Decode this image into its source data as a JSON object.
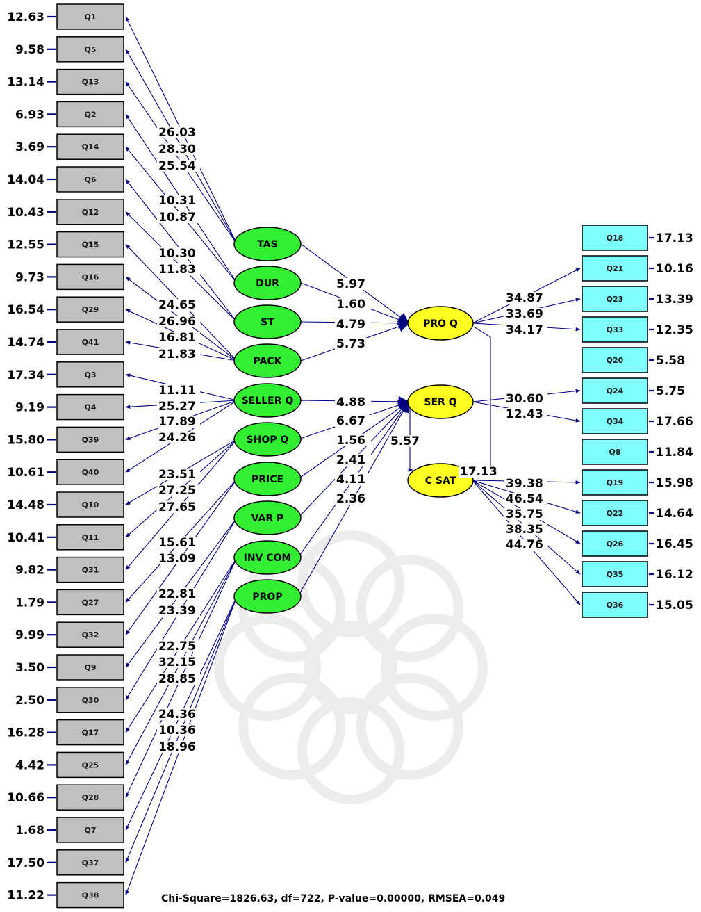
{
  "colors": {
    "observed_left": "#c0c0c0",
    "observed_right": "#80ffff",
    "latent_exogenous": "#33ee33",
    "latent_endogenous": "#ffff22",
    "arrow": "#000080",
    "significant_text": "#000000",
    "nonsignificant_text": "#ff0000"
  },
  "left_indicators": [
    {
      "label": "Q1",
      "error": "12.63",
      "error_color": "#000000"
    },
    {
      "label": "Q5",
      "error": "9.58",
      "error_color": "#000000"
    },
    {
      "label": "Q13",
      "error": "13.14",
      "error_color": "#000000"
    },
    {
      "label": "Q2",
      "error": "6.93",
      "error_color": "#000000"
    },
    {
      "label": "Q14",
      "error": "3.69",
      "error_color": "#000000"
    },
    {
      "label": "Q6",
      "error": "14.04",
      "error_color": "#000000"
    },
    {
      "label": "Q12",
      "error": "10.43",
      "error_color": "#000000"
    },
    {
      "label": "Q15",
      "error": "12.55",
      "error_color": "#000000"
    },
    {
      "label": "Q16",
      "error": "9.73",
      "error_color": "#000000"
    },
    {
      "label": "Q29",
      "error": "16.54",
      "error_color": "#000000"
    },
    {
      "label": "Q41",
      "error": "14.74",
      "error_color": "#000000"
    },
    {
      "label": "Q3",
      "error": "17.34",
      "error_color": "#000000"
    },
    {
      "label": "Q4",
      "error": "9.19",
      "error_color": "#000000"
    },
    {
      "label": "Q39",
      "error": "15.80",
      "error_color": "#000000"
    },
    {
      "label": "Q40",
      "error": "10.61",
      "error_color": "#000000"
    },
    {
      "label": "Q10",
      "error": "14.48",
      "error_color": "#000000"
    },
    {
      "label": "Q11",
      "error": "10.41",
      "error_color": "#000000"
    },
    {
      "label": "Q31",
      "error": "9.82",
      "error_color": "#000000"
    },
    {
      "label": "Q27",
      "error": "1.79",
      "error_color": "#ff0000"
    },
    {
      "label": "Q32",
      "error": "9.99",
      "error_color": "#000000"
    },
    {
      "label": "Q9",
      "error": "3.50",
      "error_color": "#000000"
    },
    {
      "label": "Q30",
      "error": "2.50",
      "error_color": "#000000"
    },
    {
      "label": "Q17",
      "error": "16.28",
      "error_color": "#000000"
    },
    {
      "label": "Q25",
      "error": "4.42",
      "error_color": "#000000"
    },
    {
      "label": "Q28",
      "error": "10.66",
      "error_color": "#000000"
    },
    {
      "label": "Q7",
      "error": "1.68",
      "error_color": "#ff0000"
    },
    {
      "label": "Q37",
      "error": "17.50",
      "error_color": "#000000"
    },
    {
      "label": "Q38",
      "error": "11.22",
      "error_color": "#000000"
    }
  ],
  "right_indicators": [
    {
      "label": "Q18",
      "error": "17.13"
    },
    {
      "label": "Q21",
      "error": "10.16"
    },
    {
      "label": "Q23",
      "error": "13.39"
    },
    {
      "label": "Q33",
      "error": "12.35"
    },
    {
      "label": "Q20",
      "error": "5.58"
    },
    {
      "label": "Q24",
      "error": "5.75"
    },
    {
      "label": "Q34",
      "error": "17.66"
    },
    {
      "label": "Q8",
      "error": "11.84"
    },
    {
      "label": "Q19",
      "error": "15.98"
    },
    {
      "label": "Q22",
      "error": "14.64"
    },
    {
      "label": "Q26",
      "error": "16.45"
    },
    {
      "label": "Q35",
      "error": "16.12"
    },
    {
      "label": "Q36",
      "error": "15.05"
    }
  ],
  "exogenous_latents": [
    {
      "label": "TAS"
    },
    {
      "label": "DUR"
    },
    {
      "label": "ST"
    },
    {
      "label": "PACK"
    },
    {
      "label": "SELLER Q"
    },
    {
      "label": "SHOP Q"
    },
    {
      "label": "PRICE"
    },
    {
      "label": "VAR P"
    },
    {
      "label": "INV COM"
    },
    {
      "label": "PROP"
    }
  ],
  "endogenous_latents": [
    {
      "label": "PRO Q"
    },
    {
      "label": "SER Q"
    },
    {
      "label": "C SAT"
    }
  ],
  "measurement_left_values": [
    {
      "text": "26.03"
    },
    {
      "text": "28.30"
    },
    {
      "text": "25.54"
    },
    {
      "text": "10.31"
    },
    {
      "text": "10.87"
    },
    {
      "text": "10.30"
    },
    {
      "text": "11.83"
    },
    {
      "text": "24.65"
    },
    {
      "text": "26.96"
    },
    {
      "text": "16.81"
    },
    {
      "text": "21.83"
    },
    {
      "text": "11.11"
    },
    {
      "text": "25.27"
    },
    {
      "text": "17.89"
    },
    {
      "text": "24.26"
    },
    {
      "text": "23.51"
    },
    {
      "text": "27.25"
    },
    {
      "text": "27.65"
    },
    {
      "text": "15.61"
    },
    {
      "text": "13.09"
    },
    {
      "text": "22.81"
    },
    {
      "text": "23.39"
    },
    {
      "text": "22.75"
    },
    {
      "text": "32.15"
    },
    {
      "text": "28.85"
    },
    {
      "text": "24.36"
    },
    {
      "text": "10.36"
    },
    {
      "text": "18.96"
    }
  ],
  "structural_values": [
    {
      "text": "5.97",
      "color": "#000000"
    },
    {
      "text": "1.60",
      "color": "#ff0000"
    },
    {
      "text": "4.79",
      "color": "#000000"
    },
    {
      "text": "5.73",
      "color": "#000000"
    },
    {
      "text": "4.88",
      "color": "#000000"
    },
    {
      "text": "6.67",
      "color": "#000000"
    },
    {
      "text": "1.56",
      "color": "#ff0000"
    },
    {
      "text": "2.41",
      "color": "#000000"
    },
    {
      "text": "4.11",
      "color": "#000000"
    },
    {
      "text": "2.36",
      "color": "#000000"
    },
    {
      "text": "5.57",
      "color": "#000000"
    },
    {
      "text": "17.13",
      "color": "#000000"
    }
  ],
  "measurement_right_values": [
    {
      "text": "34.87"
    },
    {
      "text": "33.69"
    },
    {
      "text": "34.17"
    },
    {
      "text": "30.60"
    },
    {
      "text": "12.43"
    },
    {
      "text": "39.38"
    },
    {
      "text": "46.54"
    },
    {
      "text": "35.75"
    },
    {
      "text": "38.35"
    },
    {
      "text": "44.76"
    }
  ],
  "fit_stats": "Chi-Square=1826.63, df=722, P-value=0.00000, RMSEA=0.049"
}
